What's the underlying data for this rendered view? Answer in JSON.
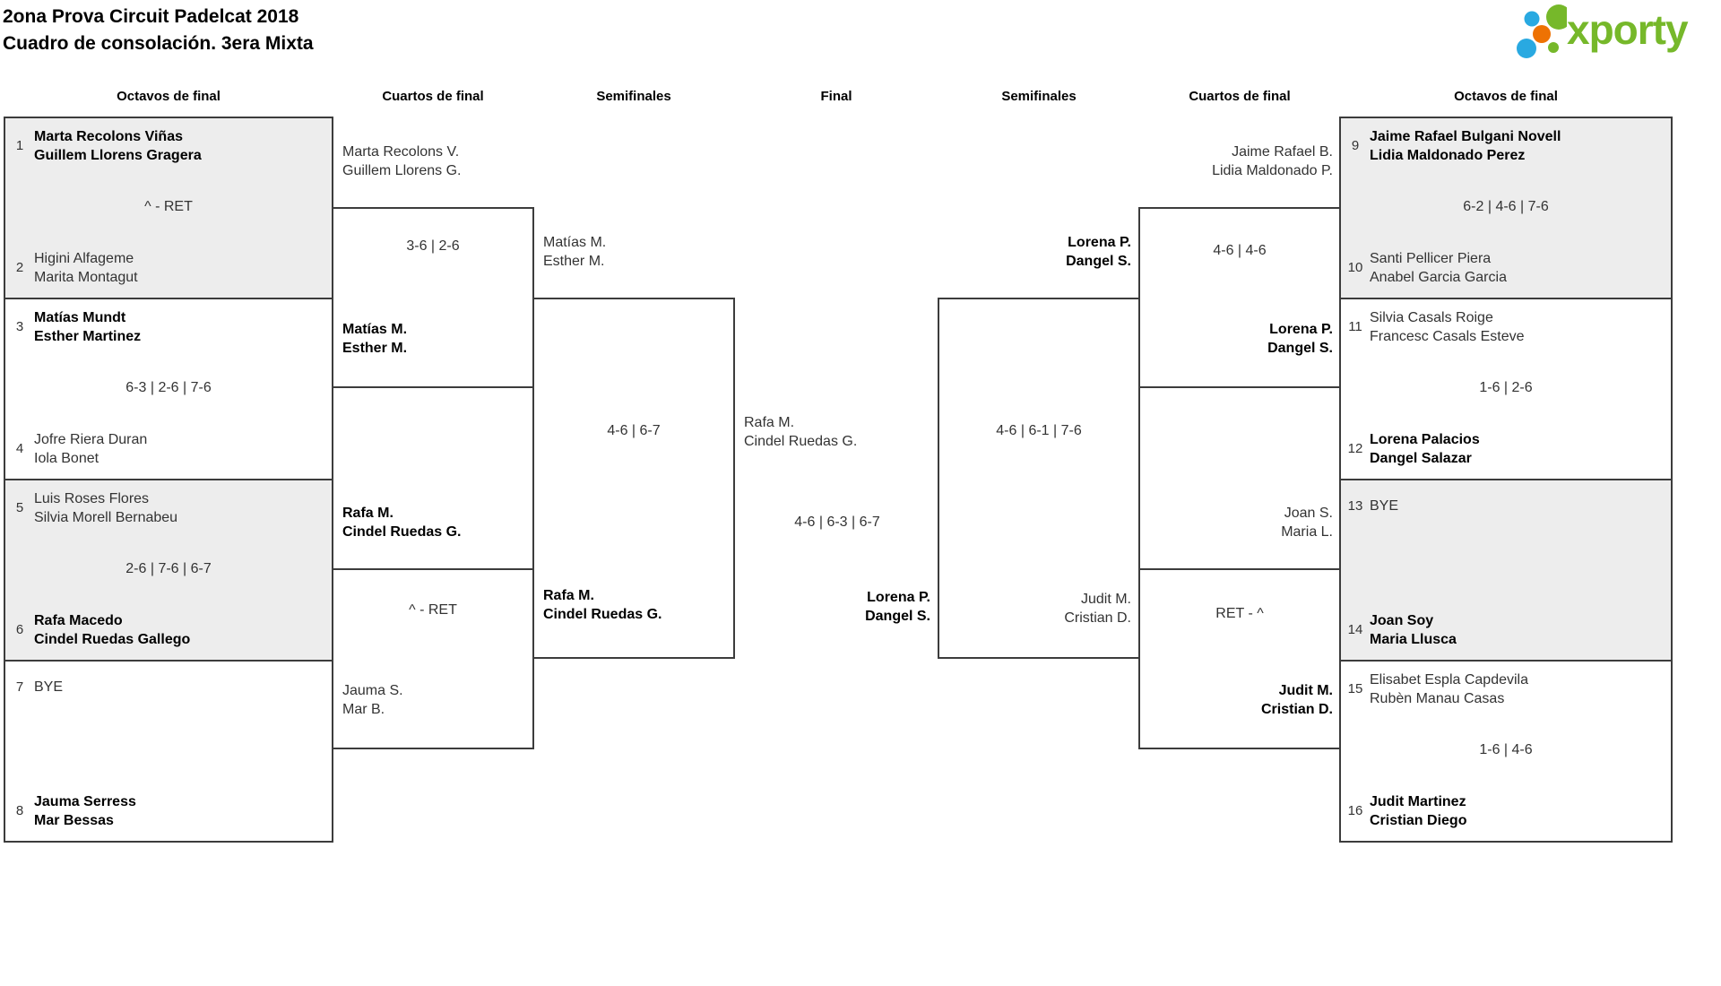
{
  "page": {
    "title_line1": "2ona Prova Circuit Padelcat 2018",
    "title_line2": "Cuadro de consolación. 3era Mixta"
  },
  "logo": {
    "text": "xporty",
    "green": "#76b82a",
    "blue": "#29a9e1",
    "orange": "#ee7203"
  },
  "round_labels": [
    "Octavos de final",
    "Cuartos de final",
    "Semifinales",
    "Final",
    "Semifinales",
    "Cuartos de final",
    "Octavos de final"
  ],
  "colors": {
    "shaded_box": "#ededed",
    "border": "#3c3c3c",
    "text": "#333333",
    "winner_text": "#000000"
  },
  "bracket": {
    "r16_left": [
      {
        "seed_top": "1",
        "team_top": [
          "Marta Recolons Viñas",
          "Guillem Llorens Gragera"
        ],
        "top_bold": true,
        "score": "^ - RET",
        "seed_bottom": "2",
        "team_bottom": [
          "Higini Alfageme",
          "Marita Montagut"
        ],
        "bottom_bold": false,
        "shaded": true
      },
      {
        "seed_top": "3",
        "team_top": [
          "Matías Mundt",
          "Esther Martinez"
        ],
        "top_bold": true,
        "score": "6-3 | 2-6 | 7-6",
        "seed_bottom": "4",
        "team_bottom": [
          "Jofre Riera Duran",
          "Iola Bonet"
        ],
        "bottom_bold": false,
        "shaded": false
      },
      {
        "seed_top": "5",
        "team_top": [
          "Luis Roses Flores",
          "Silvia Morell Bernabeu"
        ],
        "top_bold": false,
        "score": "2-6 | 7-6 | 6-7",
        "seed_bottom": "6",
        "team_bottom": [
          "Rafa Macedo",
          "Cindel Ruedas Gallego"
        ],
        "bottom_bold": true,
        "shaded": true
      },
      {
        "seed_top": "7",
        "team_top": [
          "BYE",
          ""
        ],
        "top_bold": false,
        "score": "",
        "seed_bottom": "8",
        "team_bottom": [
          "Jauma Serress",
          "Mar Bessas"
        ],
        "bottom_bold": true,
        "shaded": false
      }
    ],
    "r16_right": [
      {
        "seed_top": "9",
        "team_top": [
          "Jaime Rafael Bulgani Novell",
          "Lidia Maldonado Perez"
        ],
        "top_bold": true,
        "score": "6-2 | 4-6 | 7-6",
        "seed_bottom": "10",
        "team_bottom": [
          "Santi Pellicer Piera",
          "Anabel Garcia Garcia"
        ],
        "bottom_bold": false,
        "shaded": true
      },
      {
        "seed_top": "11",
        "team_top": [
          "Silvia Casals Roige",
          "Francesc Casals Esteve"
        ],
        "top_bold": false,
        "score": "1-6 | 2-6",
        "seed_bottom": "12",
        "team_bottom": [
          "Lorena Palacios",
          "Dangel Salazar"
        ],
        "bottom_bold": true,
        "shaded": false
      },
      {
        "seed_top": "13",
        "team_top": [
          "BYE",
          ""
        ],
        "top_bold": false,
        "score": "",
        "seed_bottom": "14",
        "team_bottom": [
          "Joan Soy",
          "Maria Llusca"
        ],
        "bottom_bold": true,
        "shaded": true
      },
      {
        "seed_top": "15",
        "team_top": [
          "Elisabet Espla Capdevila",
          "Rubèn Manau Casas"
        ],
        "top_bold": false,
        "score": "1-6 | 4-6",
        "seed_bottom": "16",
        "team_bottom": [
          "Judit Martinez",
          "Cristian Diego"
        ],
        "bottom_bold": true,
        "shaded": false
      }
    ],
    "qf_left": [
      {
        "team_top": [
          "Marta Recolons V.",
          "Guillem Llorens G."
        ],
        "top_bold": false,
        "score": "3-6 | 2-6",
        "team_bottom": [
          "Matías M.",
          "Esther M."
        ],
        "bottom_bold": true
      },
      {
        "team_top": [
          "Rafa M.",
          "Cindel Ruedas G."
        ],
        "top_bold": true,
        "score": "^ - RET",
        "team_bottom": [
          "Jauma S.",
          "Mar B."
        ],
        "bottom_bold": false
      }
    ],
    "qf_right": [
      {
        "team_top": [
          "Jaime Rafael B.",
          "Lidia Maldonado P."
        ],
        "top_bold": false,
        "score": "4-6 | 4-6",
        "team_bottom": [
          "Lorena P.",
          "Dangel S."
        ],
        "bottom_bold": true
      },
      {
        "team_top": [
          "Joan S.",
          "Maria L."
        ],
        "top_bold": false,
        "score": "RET - ^",
        "team_bottom": [
          "Judit M.",
          "Cristian D."
        ],
        "bottom_bold": true
      }
    ],
    "sf_left": {
      "team_top": [
        "Matías M.",
        "Esther M."
      ],
      "top_bold": false,
      "score": "4-6 | 6-7",
      "team_bottom": [
        "Rafa M.",
        "Cindel Ruedas G."
      ],
      "bottom_bold": true
    },
    "sf_right": {
      "team_top": [
        "Lorena P.",
        "Dangel S."
      ],
      "top_bold": true,
      "score": "4-6 | 6-1 | 7-6",
      "team_bottom": [
        "Judit M.",
        "Cristian D."
      ],
      "bottom_bold": false
    },
    "final": {
      "team_top": [
        "Rafa M.",
        "Cindel Ruedas G."
      ],
      "top_bold": false,
      "score": "4-6 | 6-3 | 6-7",
      "team_bottom": [
        "Lorena P.",
        "Dangel S."
      ],
      "bottom_bold": true
    }
  }
}
